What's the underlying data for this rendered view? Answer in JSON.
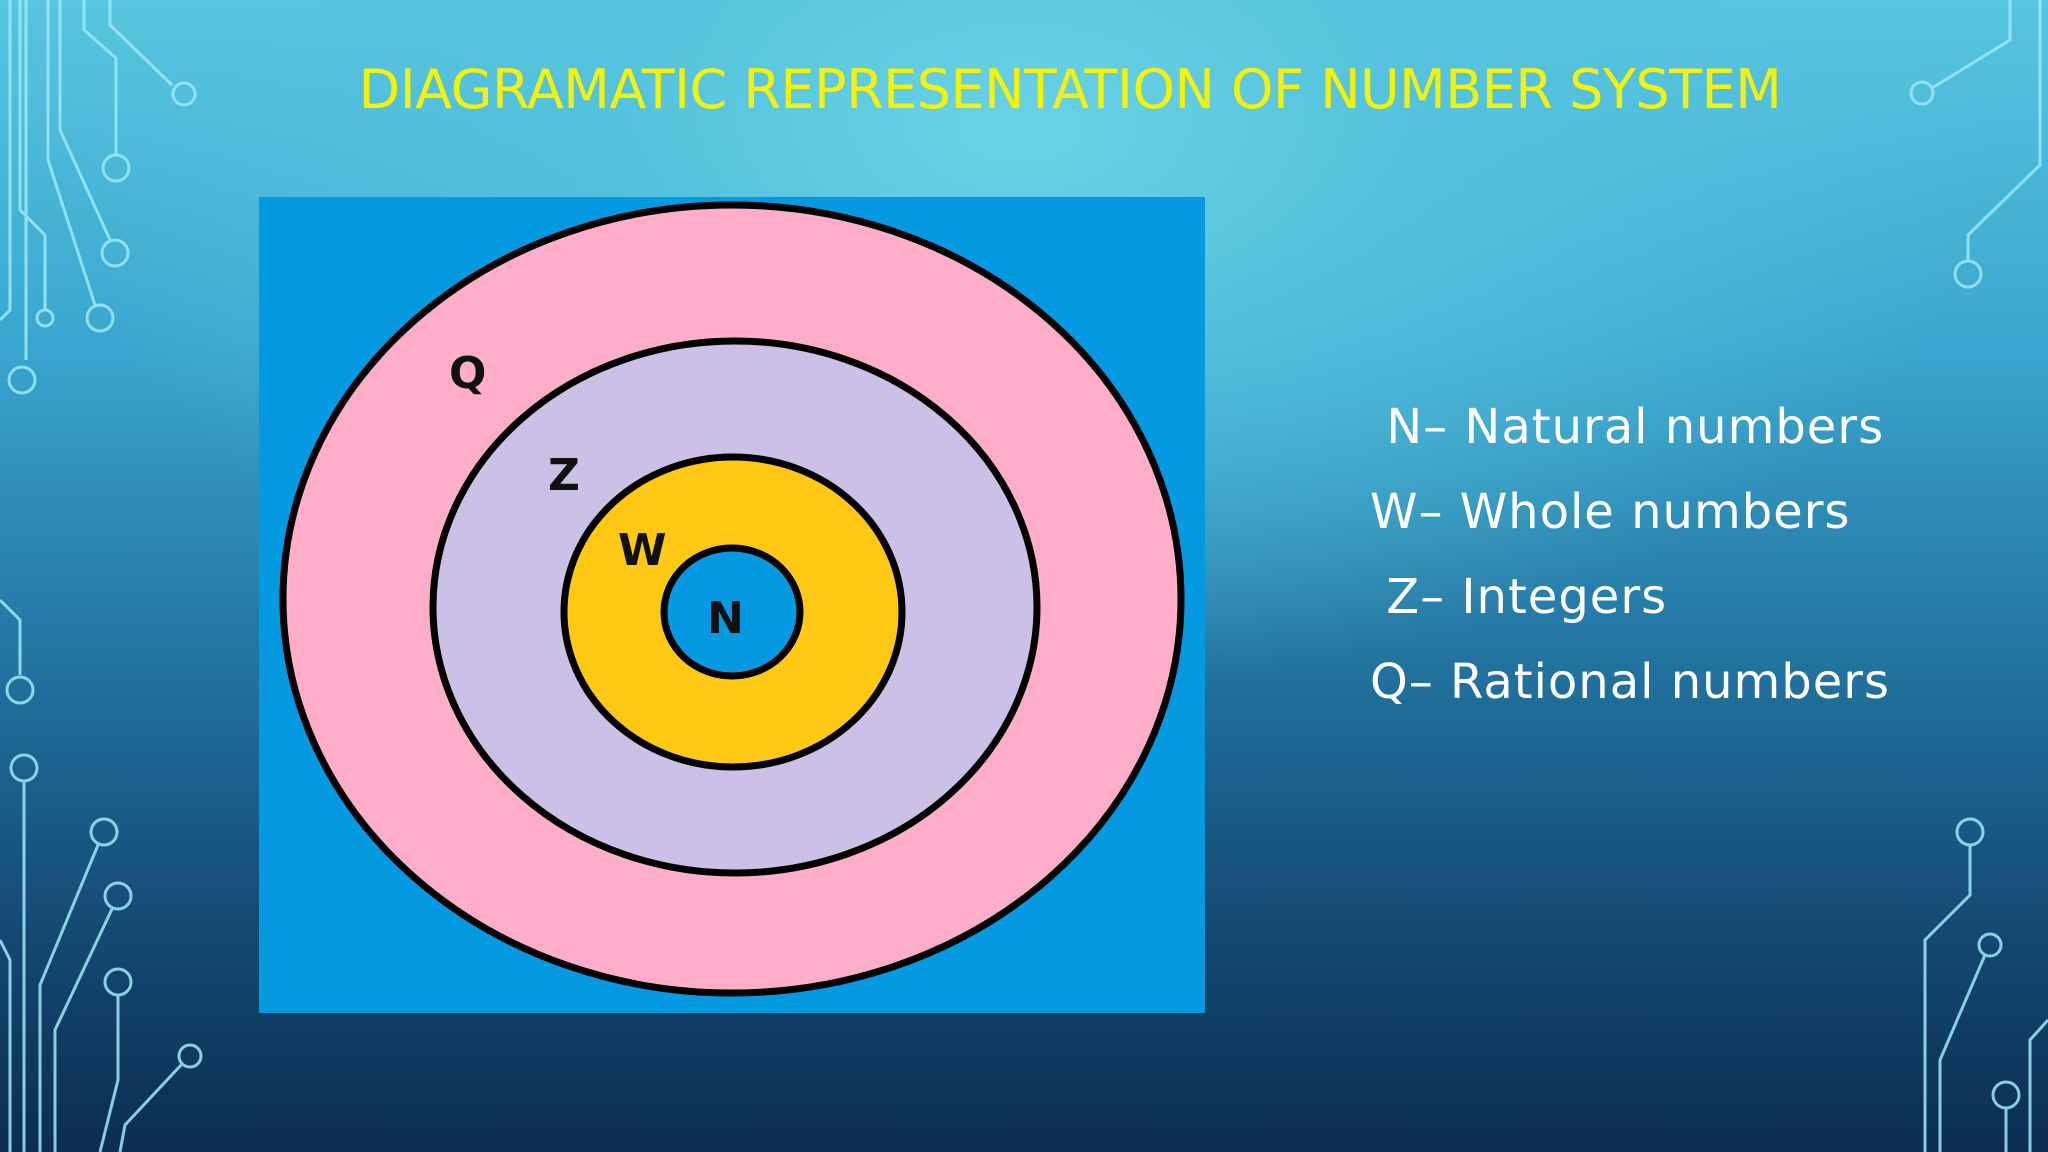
{
  "slide": {
    "title": "DIAGRAMATIC REPRESENTATION OF NUMBER SYSTEM"
  },
  "diagram": {
    "sets": [
      {
        "label": "Q",
        "fill": "#ffadc8"
      },
      {
        "label": "Z",
        "fill": "#cbc0e6"
      },
      {
        "label": "W",
        "fill": "#fec814"
      },
      {
        "label": "N",
        "fill": "#0599e1"
      }
    ],
    "background": "#0599e1",
    "outline": "#000000"
  },
  "legend": [
    {
      "text": " N– Natural numbers"
    },
    {
      "text": "W– Whole numbers"
    },
    {
      "text": " Z– Integers"
    },
    {
      "text": "Q– Rational numbers"
    }
  ],
  "colors": {
    "title": "#f2f20a",
    "legend_text": "#ffffff",
    "circuit_lines": "#9eeaf6"
  }
}
